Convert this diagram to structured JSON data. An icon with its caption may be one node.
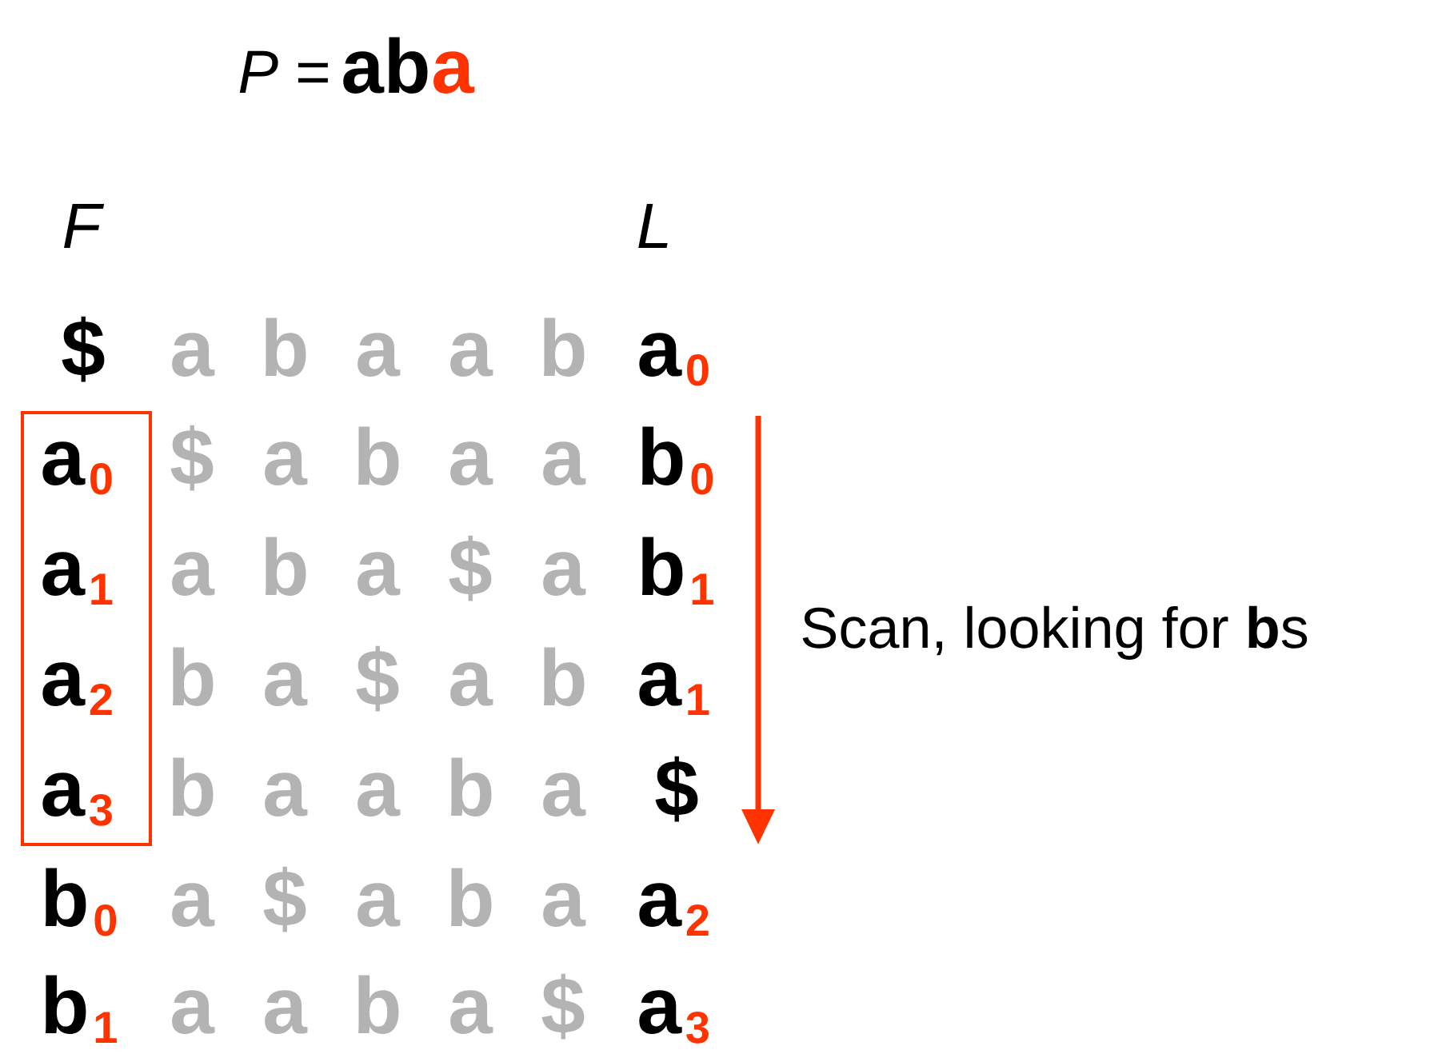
{
  "diagram": {
    "nodes": [
      {
        "text": [
          "a",
          "0",
          "a",
          "1",
          "a",
          "2",
          "a",
          "3"
        ]
      }
    ],
    "labels": [
      "*P* =",
      "ab",
      "a",
      "F",
      "L",
      "$",
      "a",
      "b",
      "a",
      "a",
      "b",
      "a",
      "0",
      "$",
      "a",
      "b",
      "a",
      "a",
      "b",
      "0",
      "a",
      "b",
      "a",
      "$",
      "a",
      "b",
      "1",
      "b",
      "a",
      "$",
      "a",
      "b",
      "a",
      "1",
      "b",
      "a",
      "a",
      "b",
      "a",
      "$",
      "b",
      "0",
      "a",
      "$",
      "a",
      "b",
      "a",
      "a",
      "2",
      "b",
      "1",
      "a",
      "a",
      "b",
      "a",
      "$",
      "a",
      "3",
      "Scan, looking for **b**s"
    ]
  }
}
